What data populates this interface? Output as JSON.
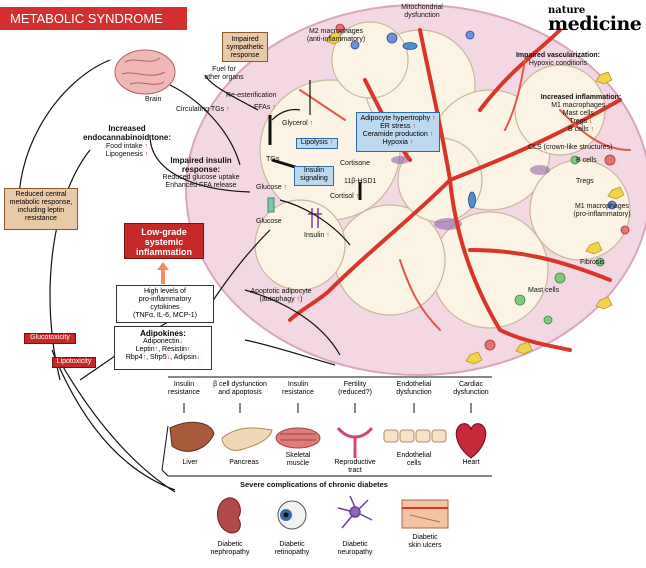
{
  "title": "METABOLIC SYNDROME",
  "logo": {
    "line1": "nature",
    "line2": "medicine"
  },
  "brain": {
    "label": "Brain"
  },
  "endocannabinoid": {
    "title1": "Increased",
    "title2": "endocannabinoid tone:",
    "food": "Food intake",
    "lipo": "Lipogenesis"
  },
  "central": {
    "text1": "Reduced central",
    "text2": "metabolic response,",
    "text3": "including leptin",
    "text4": "resistance"
  },
  "sympathetic": {
    "line1": "Impaired",
    "line2": "sympathetic",
    "line3": "response"
  },
  "fuel": {
    "line1": "Fuel for",
    "line2": "other organs"
  },
  "reester": "Re-esterification",
  "circtgs": "Circulating TGs",
  "ffas": "FFAs",
  "glycerol": "Glycerol",
  "lipolysis": "Lipolysis",
  "tgs": "TGs",
  "insulin_sig": {
    "line1": "Insulin",
    "line2": "signaling"
  },
  "cortisone": "Cortisone",
  "hsd": "11β-HSD1",
  "cortisol": "Cortisol",
  "insulin": "Insulin",
  "glucose1": "Glucose",
  "glucose2": "Glucose",
  "insulin_resp": {
    "title1": "Impaired insulin",
    "title2": "response:",
    "line1": "Reduced glucose uptake",
    "line2": "Enhanced FFA release"
  },
  "hyper": {
    "line1": "Adipocyte hypertrophy",
    "line2": "ER stress",
    "line3": "Ceramide production",
    "line4": "Hypoxia"
  },
  "m2": {
    "line1": "M2 macrophages",
    "line2": "(anti-inflammatory)"
  },
  "mito": {
    "line1": "Mitochondrial",
    "line2": "dysfunction"
  },
  "vasc": {
    "line1": "Impaired vascularization:",
    "line2": "Hypoxic conditions"
  },
  "inflam": {
    "title": "Increased inflammation:",
    "m1": "M1 macrophages",
    "mast": "Mast cells",
    "tregs": "Tregs",
    "bcells": "B cells"
  },
  "cls": "CLS (crown-like structures)",
  "side": {
    "bcells": "B cells",
    "tregs": "Tregs",
    "m1_1": "M1 macrophages",
    "m1_2": "(pro-inflammatory)",
    "fibrosis": "Fibrosis",
    "mast": "Mast cells"
  },
  "apoptotic": {
    "line1": "Apoptotic adipocyte",
    "line2": "(autophagy"
  },
  "lowgrade": {
    "line1": "Low-grade",
    "line2": "systemic",
    "line3": "inflammation"
  },
  "cytokines": {
    "line1": "High levels of",
    "line2": "pro-inflammatory",
    "line3": "cytokines",
    "line4": "(TNFα, IL-6, MCP-1)"
  },
  "adipokines": {
    "title": "Adipokines:",
    "line1": "Adiponectin",
    "line2a": "Leptin",
    "line2b": "Resistin",
    "line3a": "Rbp4",
    "line3b": "Sfrp5",
    "line3c": "Adipsin"
  },
  "glucotox": "Glucotoxicity",
  "lipotox": "Lipotoxicity",
  "effects": [
    {
      "l1": "Insulin",
      "l2": "resistance"
    },
    {
      "l1": "β cell dysfunction",
      "l2": "and apoptosis"
    },
    {
      "l1": "Insulin",
      "l2": "resistance"
    },
    {
      "l1": "Fertility",
      "l2": "(reduced?)"
    },
    {
      "l1": "Endothelial",
      "l2": "dysfunction"
    },
    {
      "l1": "Cardiac",
      "l2": "dysfunction"
    }
  ],
  "organs": [
    {
      "l1": "Liver",
      "l2": ""
    },
    {
      "l1": "Pancreas",
      "l2": ""
    },
    {
      "l1": "Skeletal",
      "l2": "muscle"
    },
    {
      "l1": "Reproductive",
      "l2": "tract"
    },
    {
      "l1": "Endothelial",
      "l2": "cells"
    },
    {
      "l1": "Heart",
      "l2": ""
    }
  ],
  "severe": "Severe complications of chronic diabetes",
  "complications": [
    {
      "l1": "Diabetic",
      "l2": "nephropathy"
    },
    {
      "l1": "Diabetic",
      "l2": "retinopathy"
    },
    {
      "l1": "Diabetic",
      "l2": "neuropathy"
    },
    {
      "l1": "Diabetic",
      "l2": "skin ulcers"
    }
  ],
  "colors": {
    "accent": "#d32f2f",
    "tan": "#e9c9a8",
    "blue": "#bcd9ef",
    "vessel": "#d8362b",
    "cellfill": "#fbf3e3"
  }
}
